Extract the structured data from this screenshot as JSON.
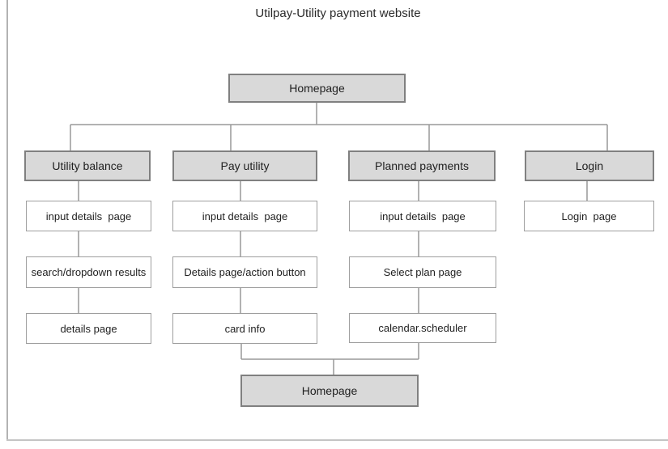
{
  "title": "Utilpay-Utility payment website",
  "colors": {
    "node_fill_gray": "#d9d9d9",
    "node_fill_white": "#ffffff",
    "node_border_dark": "#808080",
    "node_border_light": "#9e9e9e",
    "connector": "#999999",
    "text": "#1f1f1f"
  },
  "diagram": {
    "root": {
      "label": "Homepage"
    },
    "columns": [
      {
        "header": "Utility balance",
        "children": [
          "input details  page",
          "search/dropdown results",
          "details page"
        ]
      },
      {
        "header": "Pay utility",
        "children": [
          "input details  page",
          "Details page/action button",
          "card info"
        ]
      },
      {
        "header": "Planned payments",
        "children": [
          "input details  page",
          "Select plan page",
          "calendar.scheduler"
        ]
      },
      {
        "header": "Login",
        "children": [
          "Login  page"
        ]
      }
    ],
    "footer": {
      "label": "Homepage"
    }
  }
}
